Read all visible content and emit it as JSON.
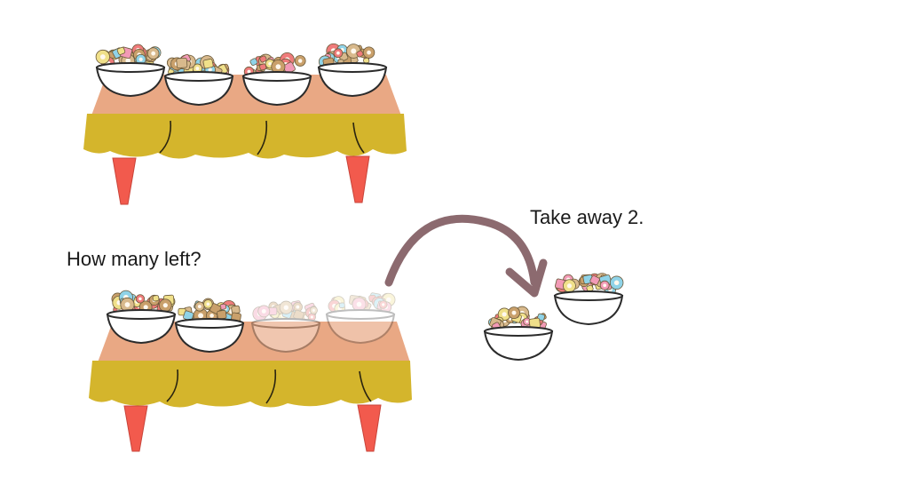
{
  "question": "How many left?",
  "instruction": "Take away 2.",
  "scenes": {
    "before": {
      "bowls_on_table": 4
    },
    "after": {
      "bowls_on_table": 2,
      "faded_bowls": 2,
      "removed_bowls": 2
    }
  },
  "colors": {
    "tabletop": "#e9a884",
    "tablecloth": "#d4b52c",
    "tablecloth_fold": "#2a2410",
    "table_leg": "#f25a4d",
    "bowl": "#ffffff",
    "bowl_outline": "#2b2b2b",
    "arrow": "#8c6a6f",
    "cereal": [
      "#d8b98c",
      "#f29ab6",
      "#8fd3e8",
      "#f0e08a",
      "#c9a06b",
      "#ef7b7b"
    ]
  },
  "icons": {
    "arrow": "curved-arrow-icon",
    "bowl": "cereal-bowl-icon",
    "table": "table-icon"
  }
}
